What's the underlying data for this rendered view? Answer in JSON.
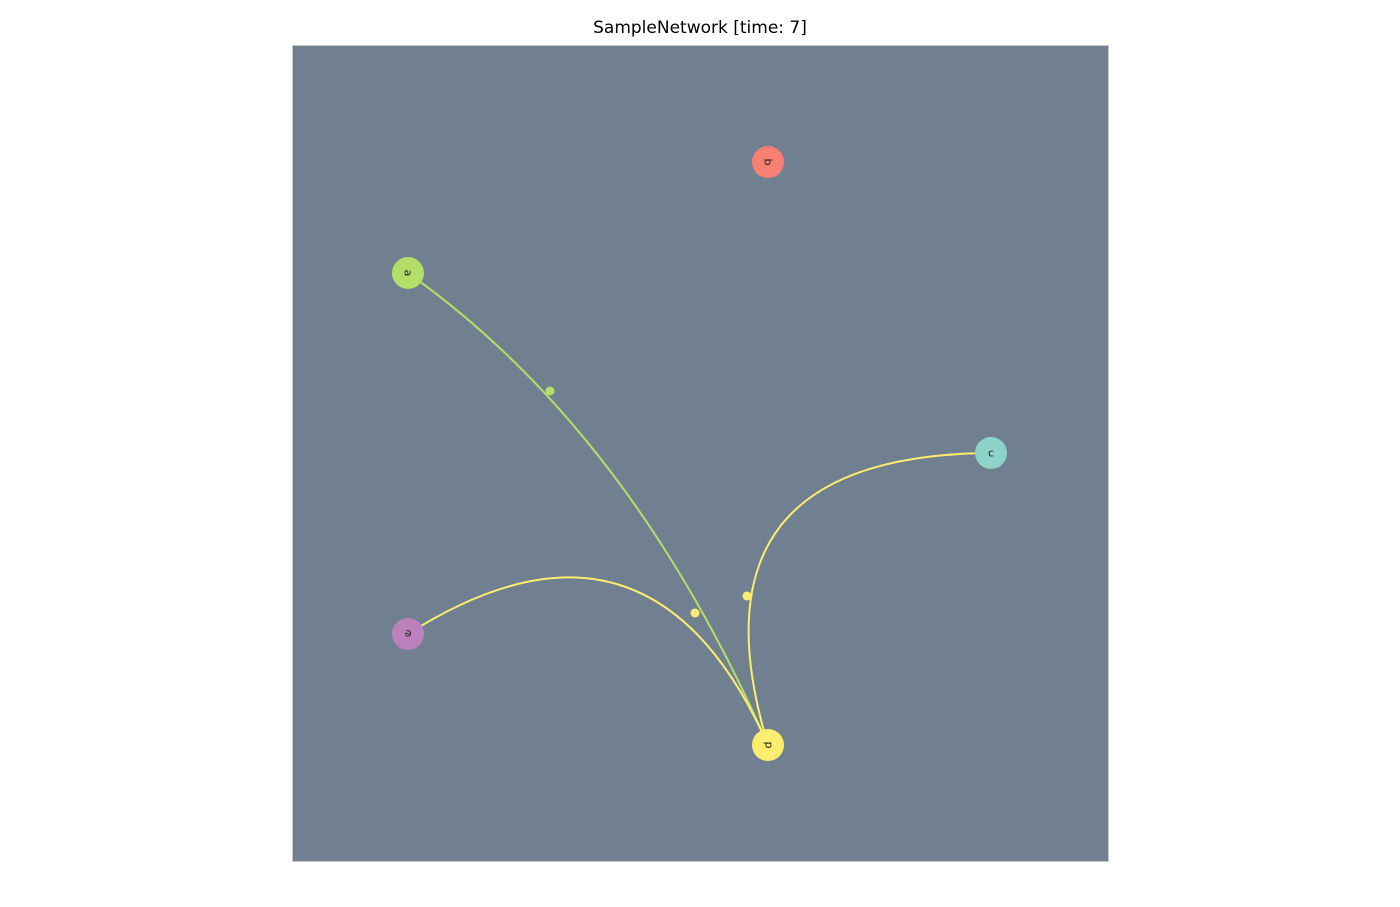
{
  "title": "SampleNetwork [time: 7]",
  "background_color": "#708090",
  "nodes": [
    {
      "id": "a",
      "label": "a",
      "color": "#b3de69",
      "label_rotation": 90
    },
    {
      "id": "b",
      "label": "b",
      "color": "#fb8072",
      "label_rotation": 90
    },
    {
      "id": "c",
      "label": "c",
      "color": "#8dd3c7",
      "label_rotation": 0
    },
    {
      "id": "d",
      "label": "d",
      "color": "#ffed6f",
      "label_rotation": -90
    },
    {
      "id": "e",
      "label": "e",
      "color": "#bc80bd",
      "label_rotation": 200
    }
  ],
  "edges": [
    {
      "source": "a",
      "target": "d",
      "color": "#b3de69"
    },
    {
      "source": "d",
      "target": "c",
      "color": "#ffed6f"
    },
    {
      "source": "d",
      "target": "e",
      "color": "#ffed6f"
    }
  ]
}
